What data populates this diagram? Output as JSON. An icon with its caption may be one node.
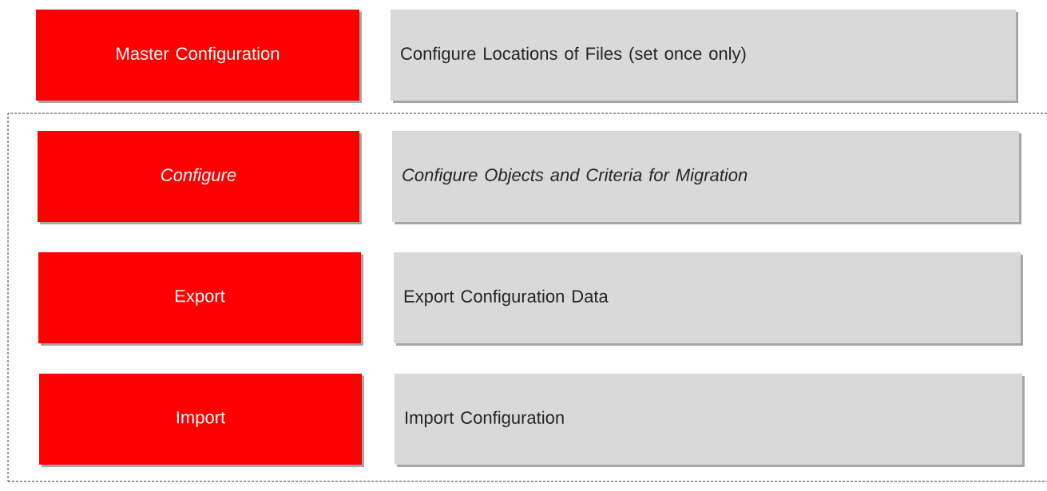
{
  "diagram": {
    "nodes": [
      {
        "text": [
          "Master Configuration"
        ]
      },
      {
        "text": [
          "Configure Locations of Files (set once only)"
        ]
      },
      {
        "text": [],
        "shape": "box"
      },
      {
        "text": [
          "Configure"
        ],
        "in": 2
      },
      {
        "text": [
          "Configure Objects and Criteria for Migration"
        ],
        "in": 2
      },
      {
        "text": [
          "Export"
        ],
        "in": 2
      },
      {
        "text": [
          "Export Configuration Data"
        ],
        "in": 2
      },
      {
        "text": [
          "Import"
        ],
        "in": 2
      },
      {
        "text": [
          "Import Configuration"
        ],
        "in": 2
      }
    ]
  }
}
